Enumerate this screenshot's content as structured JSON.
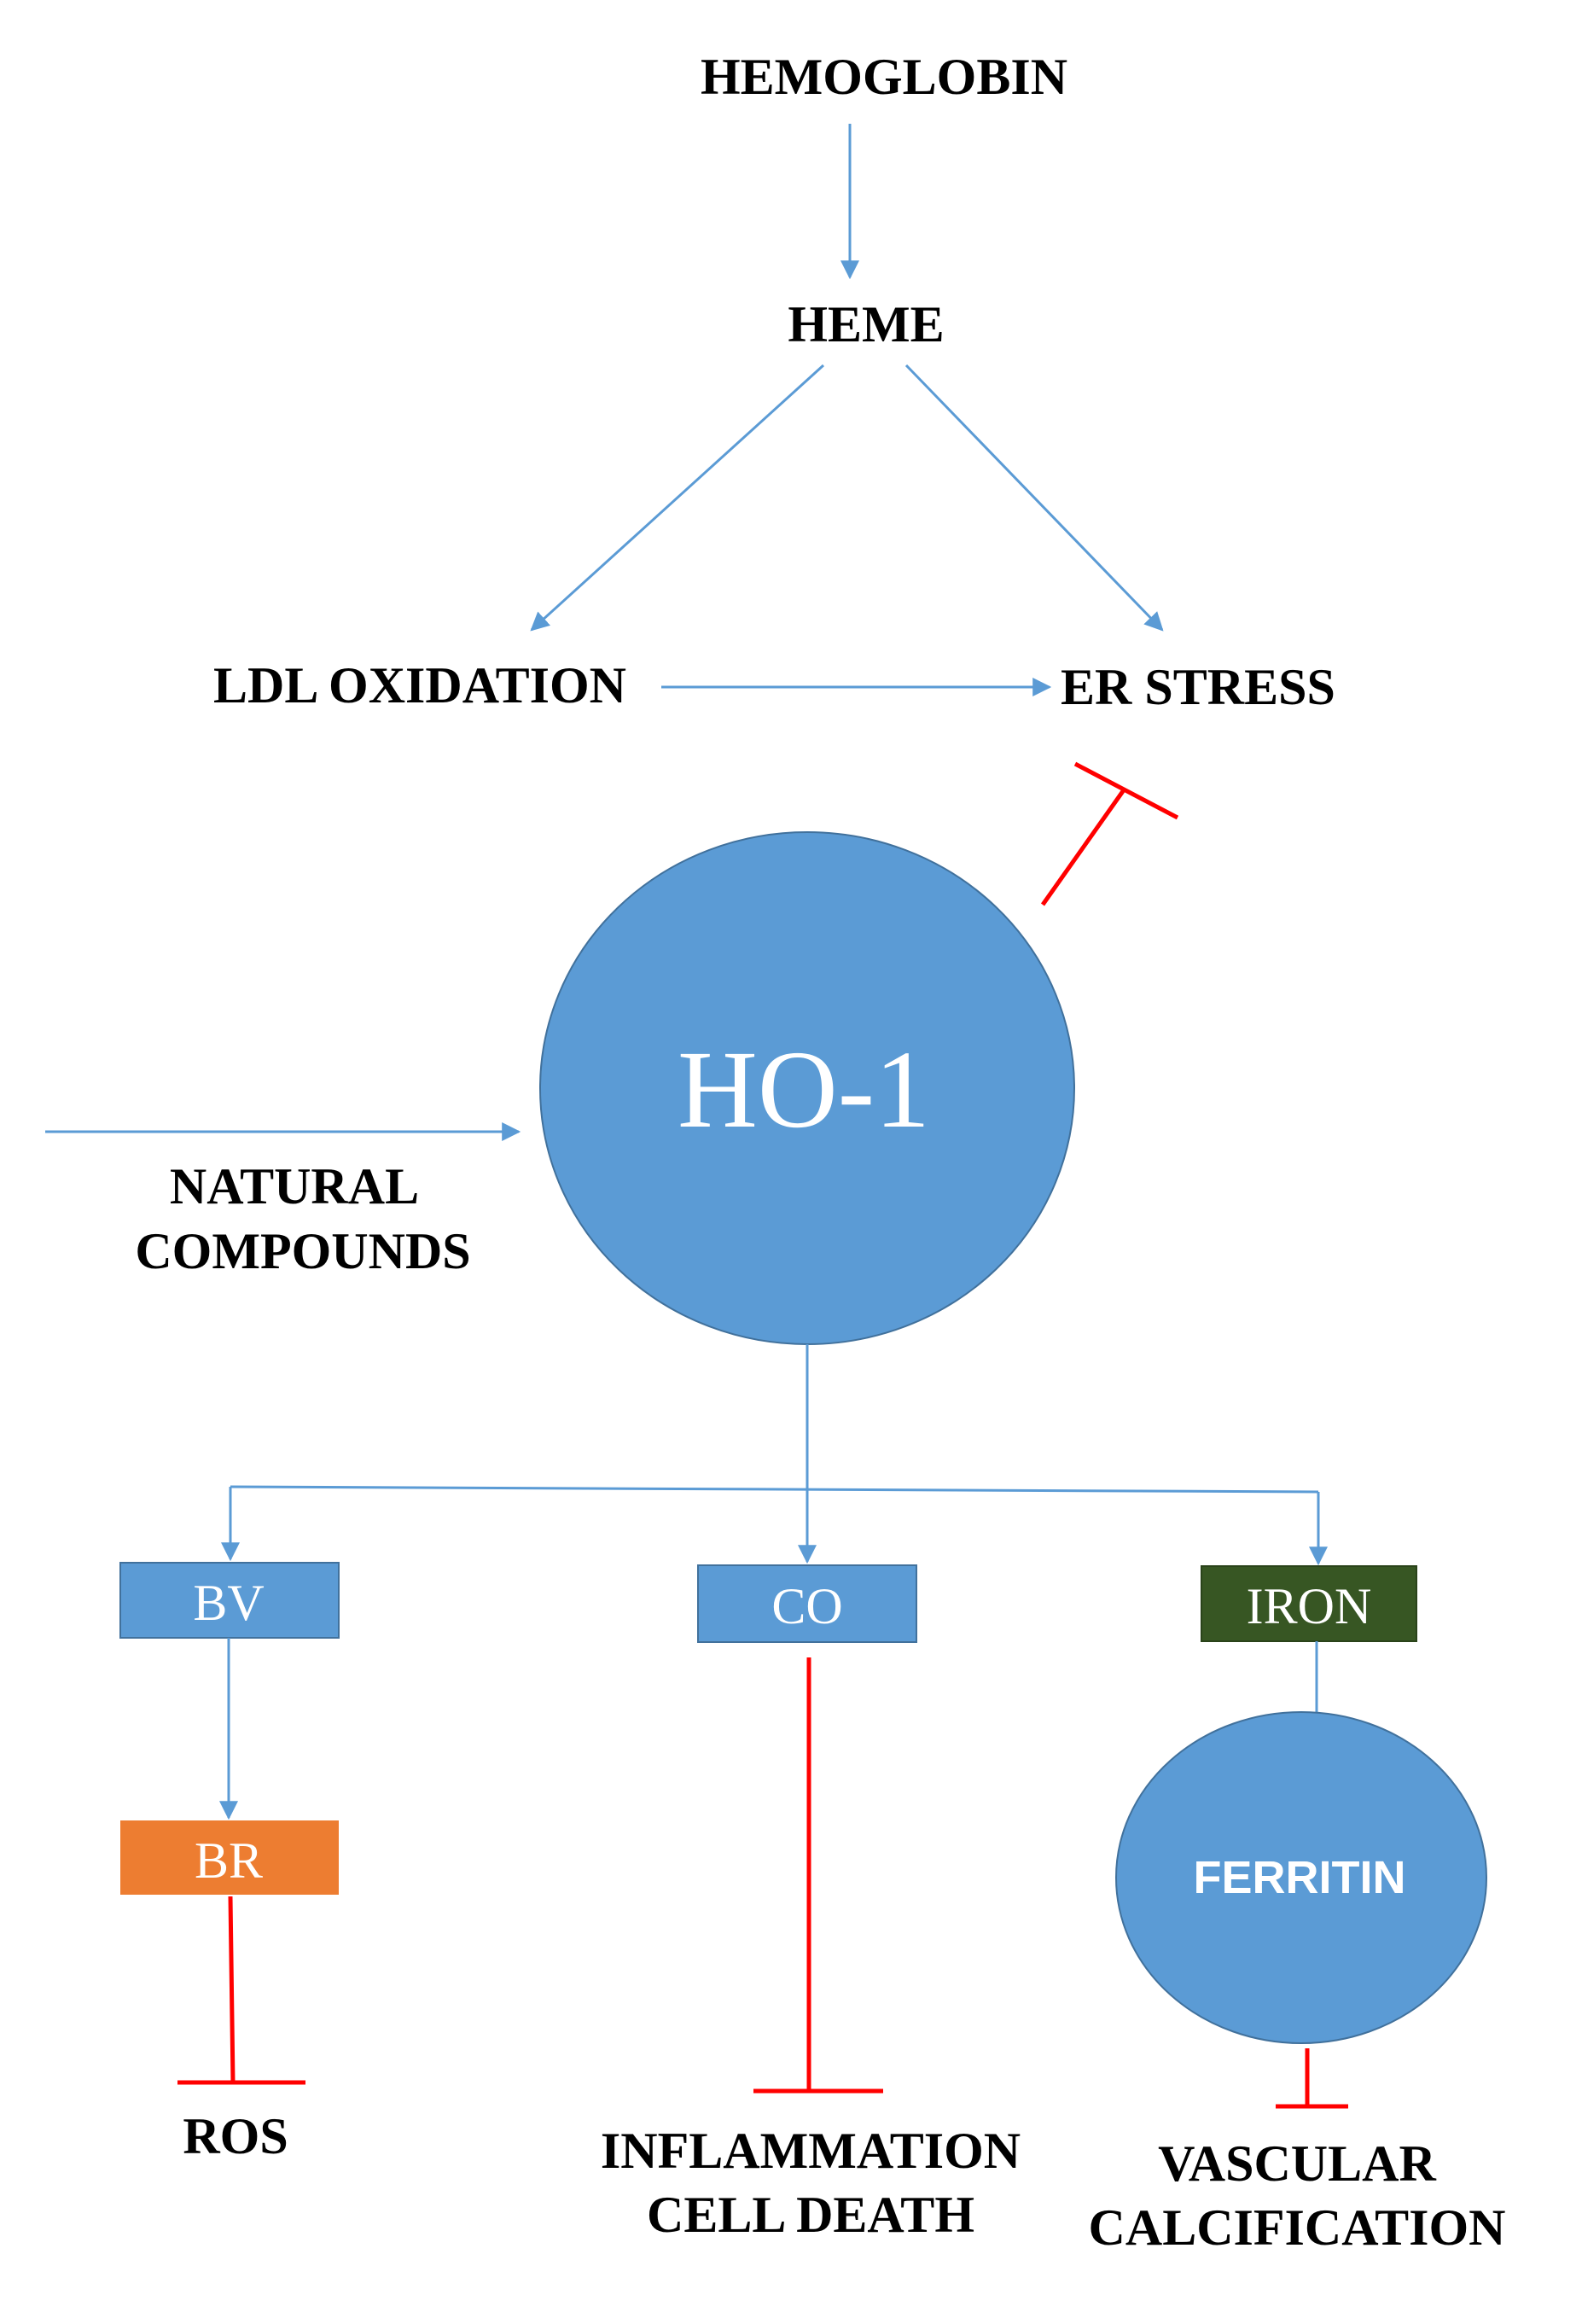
{
  "nodes": {
    "hemoglobin": "HEMOGLOBIN",
    "heme": "HEME",
    "ldl_oxidation": "LDL OXIDATION",
    "er_stress": "ER STRESS",
    "ho1": "HO-1",
    "natural_compounds": [
      "NATURAL",
      "COMPOUNDS"
    ],
    "bv": "BV",
    "co": "CO",
    "iron": "IRON",
    "br": "BR",
    "ferritin": "FERRITIN",
    "ros": "ROS",
    "inflammation": [
      "INFLAMMATION",
      "CELL DEATH"
    ],
    "vascular": [
      "VASCULAR",
      "CALCIFICATION"
    ]
  },
  "colors": {
    "blue": "#5b9bd5",
    "orange": "#ed7d31",
    "dark_green": "#375623",
    "inhibition": "#ff0000"
  }
}
